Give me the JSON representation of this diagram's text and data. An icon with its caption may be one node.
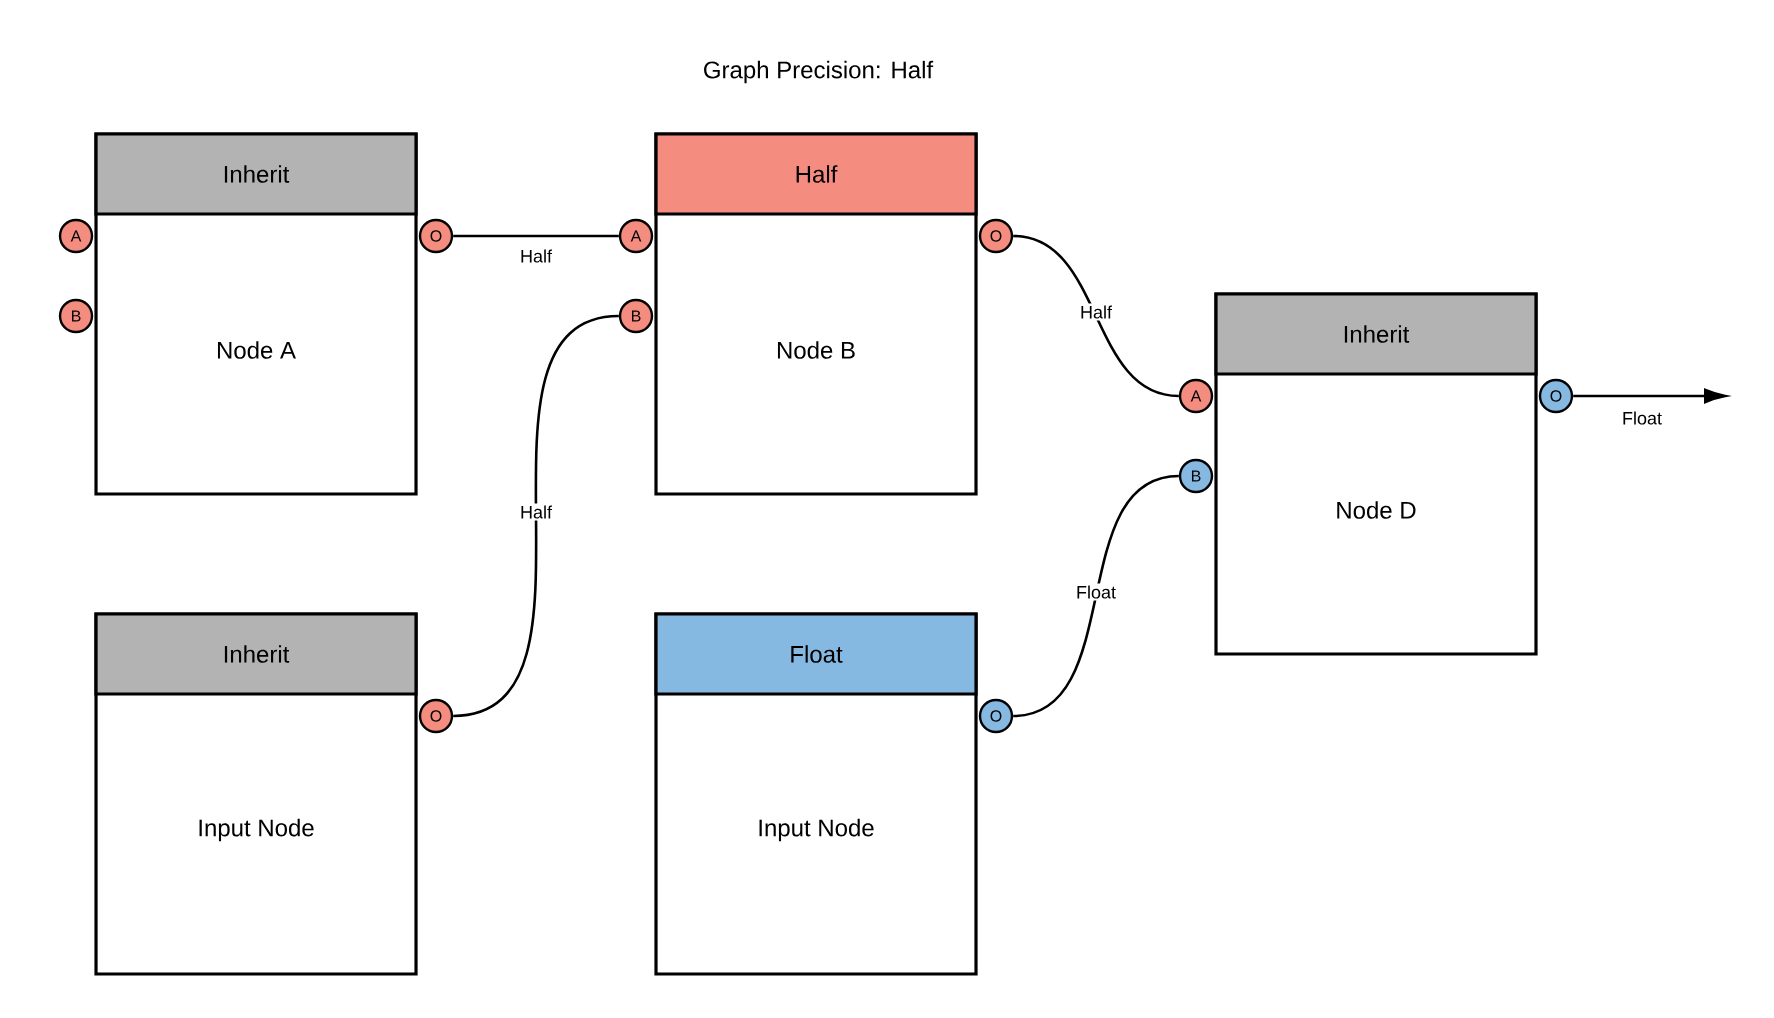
{
  "diagram": {
    "title": "Graph Precision: Half",
    "nodes": [
      {
        "text": [
          "Inherit",
          "Node A"
        ]
      },
      {
        "text": [
          "A"
        ]
      },
      {
        "text": [
          "B"
        ]
      },
      {
        "text": [
          "O"
        ]
      },
      {
        "text": [
          "Half",
          "Node B"
        ]
      },
      {
        "text": [
          "A"
        ]
      },
      {
        "text": [
          "B"
        ]
      },
      {
        "text": [
          "O"
        ]
      },
      {
        "text": [
          "Inherit",
          "Node D"
        ]
      },
      {
        "text": [
          "A"
        ]
      },
      {
        "text": [
          "B"
        ]
      },
      {
        "text": [
          "O"
        ]
      },
      {
        "text": [
          "Inherit",
          "Input Node"
        ]
      },
      {
        "text": [
          "O"
        ]
      },
      {
        "text": [
          "Float",
          "Input Node"
        ]
      },
      {
        "text": [
          "O"
        ]
      }
    ],
    "edges": [
      {
        "from": 3,
        "to": 5,
        "arrow": "none",
        "label": "Half"
      },
      {
        "from": 13,
        "to": 6,
        "arrow": "none",
        "label": "Half"
      },
      {
        "from": 7,
        "to": 9,
        "arrow": "none",
        "label": "Half"
      },
      {
        "from": 15,
        "to": 10,
        "arrow": "none",
        "label": "Float"
      },
      {
        "from": 11,
        "to": null,
        "arrow": "to",
        "label": "Float"
      }
    ]
  }
}
